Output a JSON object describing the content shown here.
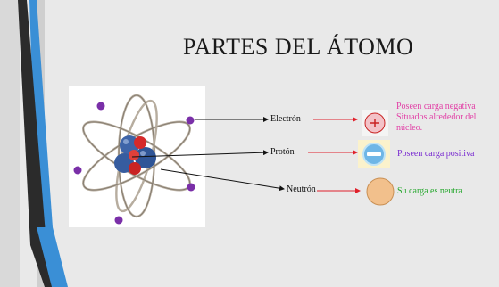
{
  "slide": {
    "title": "PARTES DEL ÁTOMO",
    "parts": [
      {
        "label": "Electrón",
        "icon": "circle-plus-icon",
        "description": [
          "Poseen carga negativa",
          "Situados alrededor del",
          "núcleo."
        ],
        "color": "#e23fa6"
      },
      {
        "label": "Protón",
        "icon": "circle-minus-icon",
        "description": [
          "Poseen carga positiva"
        ],
        "color": "#7b2fd1"
      },
      {
        "label": "Neutrón",
        "icon": "neutral-circle-icon",
        "description": [
          "Su carga es neutra"
        ],
        "color": "#22a62a"
      }
    ]
  },
  "colors": {
    "background": "#e9e9e9",
    "accent_blue": "#3a8fd6",
    "accent_dark": "#2b2b2b",
    "arrow_red": "#e0202a"
  }
}
